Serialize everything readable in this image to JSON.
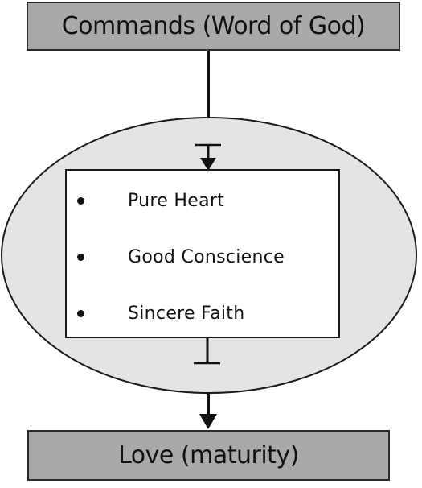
{
  "diagram": {
    "top_box": {
      "label": "Commands (Word of God)"
    },
    "qualities": [
      {
        "label": "Pure Heart"
      },
      {
        "label": "Good Conscience"
      },
      {
        "label": "Sincere Faith"
      }
    ],
    "bottom_box": {
      "label": "Love (maturity)"
    }
  },
  "colors": {
    "box_fill": "#a9a9a9",
    "ellipse_fill": "#e4e4e4",
    "stroke": "#1a1a1a",
    "background": "#ffffff"
  }
}
